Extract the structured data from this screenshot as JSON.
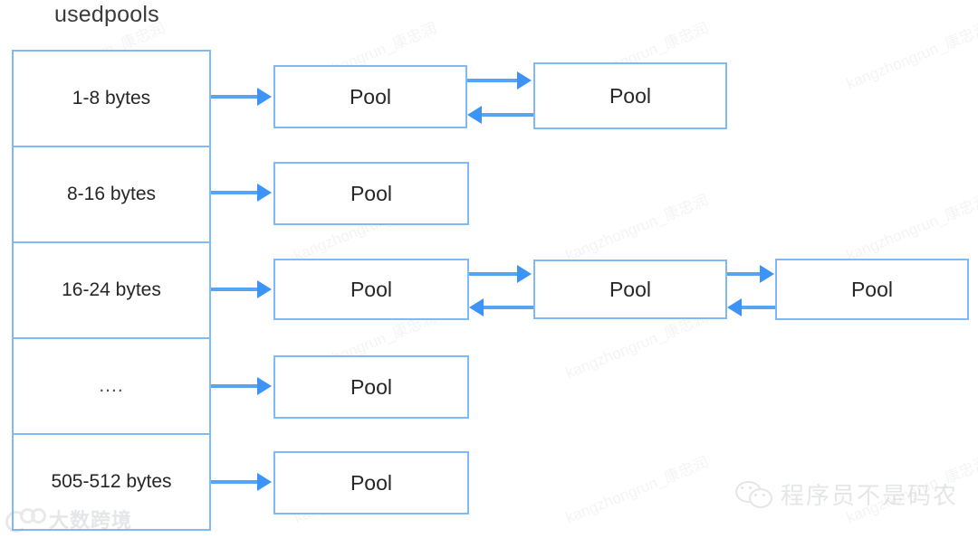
{
  "diagram": {
    "title": "usedpools",
    "accent_color": "#7fb9f7",
    "arrow_color": "#3d94f6",
    "text_color": "#262626",
    "background": "#ffffff"
  },
  "usedpools": {
    "rows": [
      {
        "label": "1-8 bytes"
      },
      {
        "label": "8-16 bytes"
      },
      {
        "label": "16-24 bytes"
      },
      {
        "label": "...."
      },
      {
        "label": "505-512 bytes"
      }
    ]
  },
  "pool_rows": [
    {
      "pools": [
        "Pool",
        "Pool"
      ]
    },
    {
      "pools": [
        "Pool"
      ]
    },
    {
      "pools": [
        "Pool",
        "Pool",
        "Pool"
      ]
    },
    {
      "pools": [
        "Pool"
      ]
    },
    {
      "pools": [
        "Pool"
      ]
    }
  ],
  "watermarks": {
    "repeated_text": "kangzhongrun_康忠润",
    "bottom_left_logo": "大数跨境",
    "bottom_right_logo": "程序员不是码农"
  }
}
